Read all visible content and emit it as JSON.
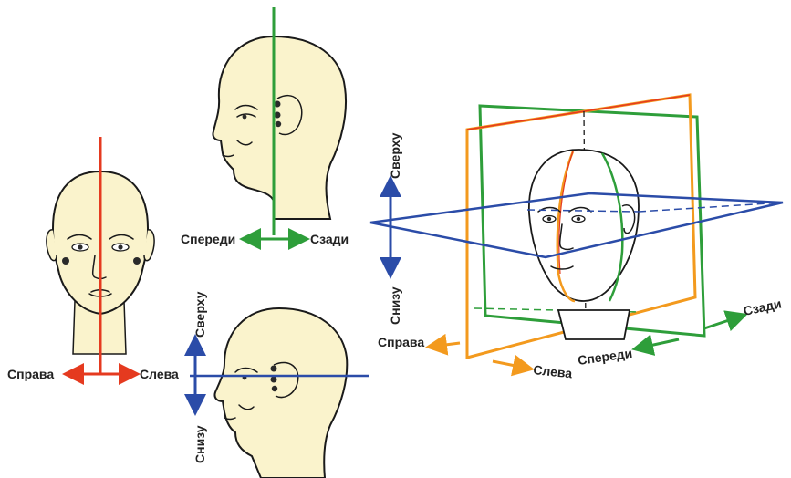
{
  "colors": {
    "sagittal": "#e53a1f",
    "frontal": "#2e9e3a",
    "horizontal": "#2b4ca8",
    "orange": "#f39a1e",
    "skin": "#faf3cc",
    "ink": "#1a1a1a"
  },
  "labels": {
    "front_view": {
      "right": "Справа",
      "left": "Слева"
    },
    "side_view": {
      "front": "Спереди",
      "back": "Сзади"
    },
    "lower_view": {
      "top": "Сверху",
      "bottom": "Снизу"
    },
    "perspective": {
      "top": "Сверху",
      "bottom": "Снизу",
      "right": "Справа",
      "left": "Слева",
      "front": "Спереди",
      "back": "Сзади"
    }
  }
}
